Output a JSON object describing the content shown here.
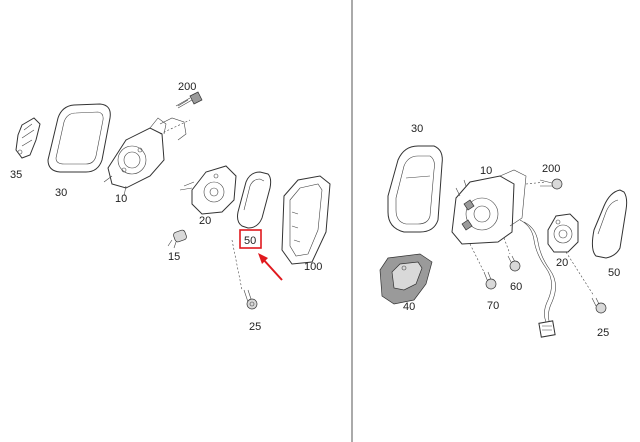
{
  "accent": {
    "highlight": "#e0191e",
    "line": "#333333",
    "divider": "#555555"
  },
  "left_panel": {
    "labels": {
      "p200": "200",
      "p35": "35",
      "p30": "30",
      "p10": "10",
      "p20": "20",
      "p50": "50",
      "p15": "15",
      "p100": "100",
      "p25": "25"
    },
    "highlighted_part": "50"
  },
  "right_panel": {
    "labels": {
      "p30": "30",
      "p10": "10",
      "p200": "200",
      "p20": "20",
      "p50": "50",
      "p40": "40",
      "p70": "70",
      "p60": "60",
      "p25": "25"
    }
  },
  "icons": [
    "arrow-icon",
    "screw-icon",
    "bulb-icon"
  ]
}
